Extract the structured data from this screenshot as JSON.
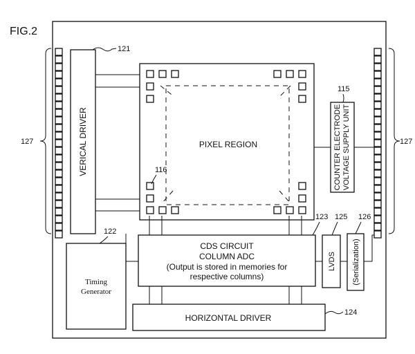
{
  "figure_label": "FIG.2",
  "refs": {
    "vertical_driver": "121",
    "timing_generator": "122",
    "column_adc": "123",
    "horizontal_driver": "124",
    "lvds": "125",
    "serialization": "126",
    "pads_left": "127",
    "pads_right": "127",
    "counter_electrode": "115",
    "pixel": "116"
  },
  "blocks": {
    "vertical_driver": "VERICAL DRIVER",
    "pixel_region": "PIXEL REGION",
    "counter_electrode_line1": "COUNTER ELECTRODE",
    "counter_electrode_line2": "VOLTAGE SUPPLY UNIT",
    "cds_line1": "CDS CIRCUIT",
    "cds_line2": "COLUMN ADC",
    "cds_line3": "(Output is stored in memories for",
    "cds_line4": "respective columns)",
    "timing_line1": "Timing",
    "timing_line2": "Generator",
    "horizontal_driver": "HORIZONTAL DRIVER",
    "lvds": "LVDS",
    "serialization": "(Serialization)"
  }
}
